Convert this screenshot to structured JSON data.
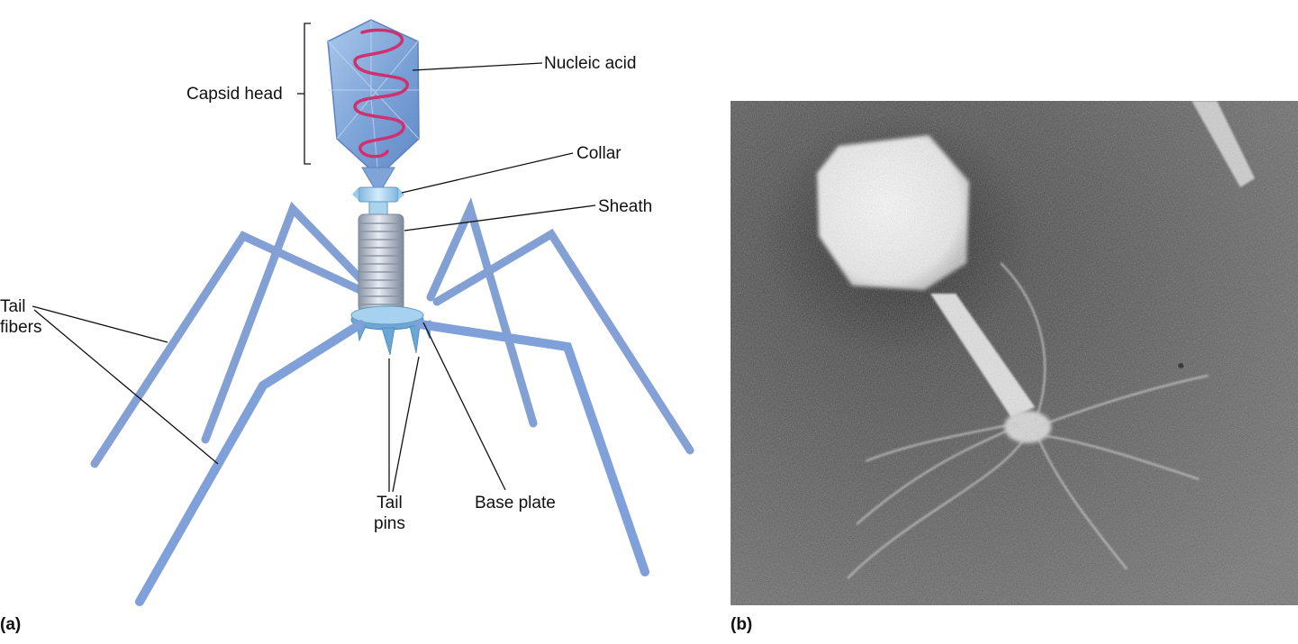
{
  "panels": {
    "a": "(a)",
    "b": "(b)"
  },
  "labels": {
    "nucleic_acid": "Nucleic acid",
    "capsid_head": "Capsid head",
    "collar": "Collar",
    "sheath": "Sheath",
    "tail_fibers_line1": "Tail",
    "tail_fibers_line2": "fibers",
    "tail_pins_line1": "Tail",
    "tail_pins_line2": "pins",
    "base_plate": "Base plate"
  },
  "colors": {
    "fiber": "#7f9fd6",
    "capsid": "#8db0de",
    "dna": "#d0306e",
    "collar": "#a8d4ee",
    "sheath": "#b9c3d0"
  }
}
